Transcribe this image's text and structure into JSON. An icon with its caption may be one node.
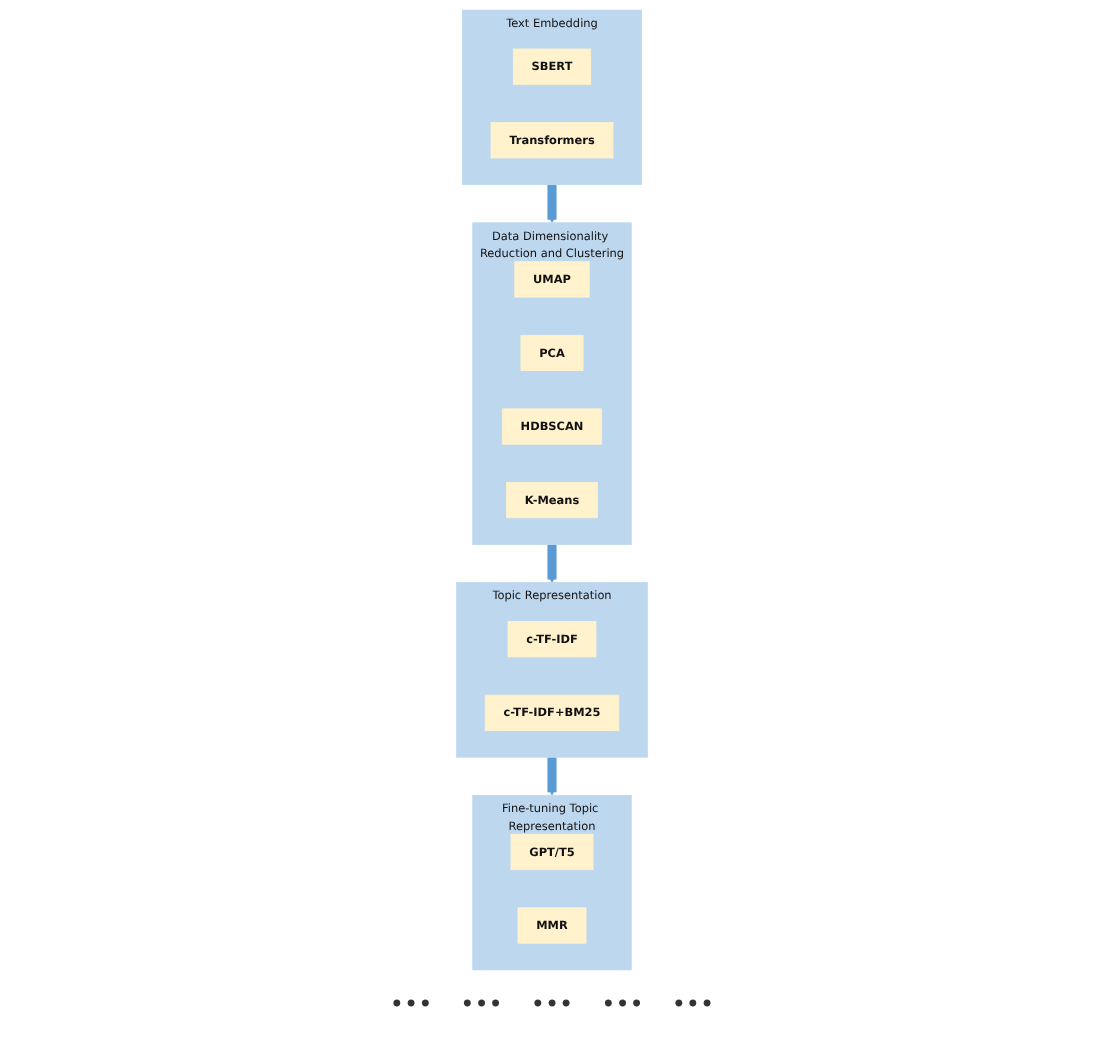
{
  "diagram": {
    "nodes": [
      {
        "text": [
          "Text Embedding"
        ]
      },
      {
        "text": [
          "SBERT"
        ],
        "in": 0
      },
      {
        "text": [
          "Transformers"
        ],
        "in": 0
      },
      {
        "text": [
          "Data Dimensionality Reduction and Clustering"
        ]
      },
      {
        "text": [
          "UMAP"
        ],
        "in": 3
      },
      {
        "text": [
          "PCA"
        ],
        "in": 3
      },
      {
        "text": [
          "HDBSCAN"
        ],
        "in": 3
      },
      {
        "text": [
          "K-Means"
        ],
        "in": 3
      },
      {
        "text": [
          "Topic Representation"
        ]
      },
      {
        "text": [
          "c-TF-IDF"
        ],
        "in": 8
      },
      {
        "text": [
          "c-TF-IDF+BM25"
        ],
        "in": 8
      },
      {
        "text": [
          "Fine-tuning Topic Representation"
        ]
      },
      {
        "text": [
          "GPT/T5"
        ],
        "in": 11
      },
      {
        "text": [
          "MMR"
        ],
        "in": 11
      }
    ],
    "edges": [
      {
        "from": 0,
        "to": 3,
        "arrow": "to"
      },
      {
        "from": 3,
        "to": 8,
        "arrow": "to"
      },
      {
        "from": 8,
        "to": 11,
        "arrow": "to"
      }
    ],
    "labels": [
      "•••",
      "•••",
      "•••",
      "•••",
      "•••"
    ]
  }
}
